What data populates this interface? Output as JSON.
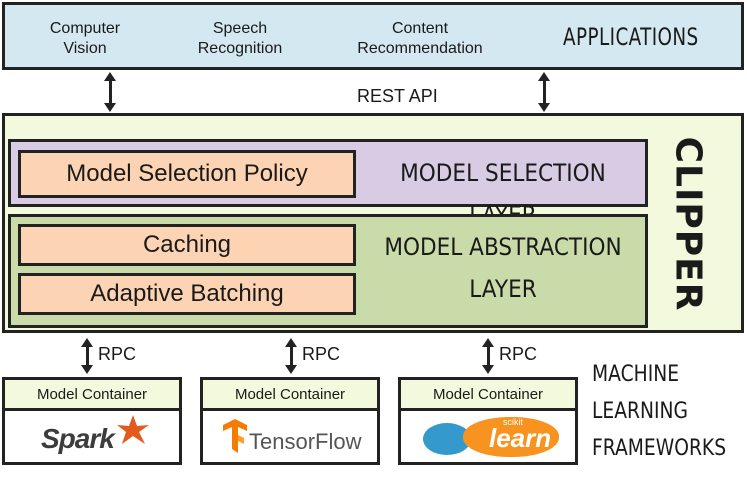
{
  "applications": {
    "items": [
      "Computer\nVision",
      "Speech\nRecognition",
      "Content\nRecommendation"
    ],
    "title": "APPLICATIONS"
  },
  "rest_api": "REST API",
  "clipper": {
    "title": "CLIPPER",
    "selection_layer": {
      "title": "MODEL SELECTION LAYER",
      "policy": "Model Selection Policy"
    },
    "abstraction_layer": {
      "title": "MODEL  ABSTRACTION\nLAYER",
      "caching": "Caching",
      "batching": "Adaptive Batching"
    }
  },
  "rpc_label": "RPC",
  "containers": [
    {
      "header": "Model Container",
      "logo": "Spark"
    },
    {
      "header": "Model Container",
      "logo": "TensorFlow"
    },
    {
      "header": "Model Container",
      "logo_badge": "scikit",
      "logo": "learn"
    }
  ],
  "frameworks_label": "MACHINE\nLEARNING\nFRAMEWORKS",
  "colors": {
    "applications": "#d4e8f2",
    "clipper": "#f2f9dc",
    "selection_layer": "#d7cce3",
    "abstraction_layer": "#c9dba8",
    "component": "#fcd4b4",
    "spark_orange": "#e25a1c",
    "tensorflow_orange": "#f57c00",
    "sklearn_blue": "#3499cd",
    "sklearn_orange": "#f7931e"
  }
}
